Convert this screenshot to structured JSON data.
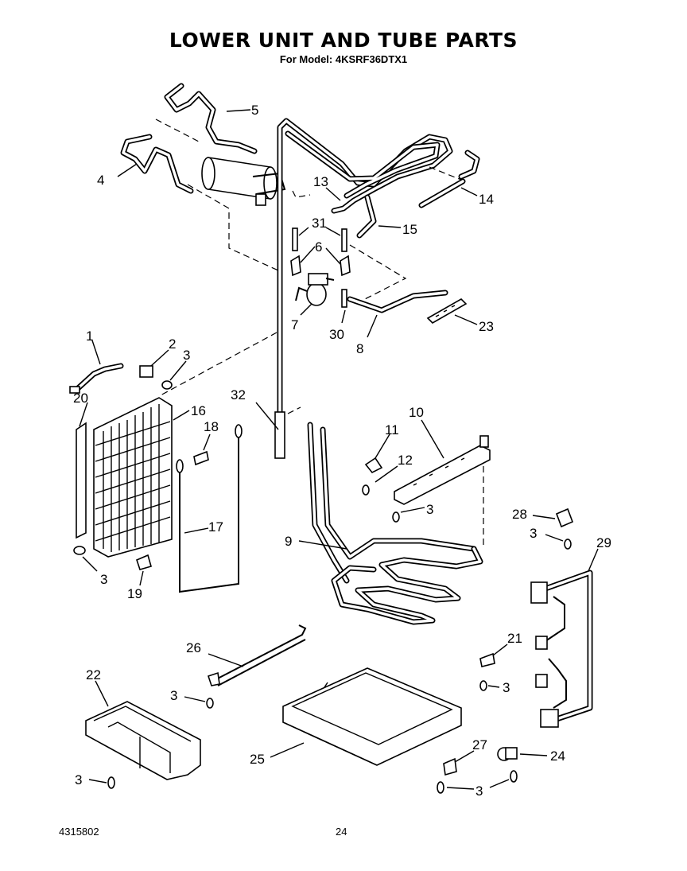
{
  "header": {
    "title": "LOWER UNIT AND TUBE PARTS",
    "model_line": "For Model: 4KSRF36DTX1"
  },
  "footer": {
    "doc_number": "4315802",
    "page_number": "24"
  },
  "callouts": {
    "c1": "1",
    "c2": "2",
    "c3a": "3",
    "c3b": "3",
    "c3c": "3",
    "c3d": "3",
    "c3e": "3",
    "c3f": "3",
    "c3g": "3",
    "c3h": "3",
    "c4": "4",
    "c5": "5",
    "c6": "6",
    "c7": "7",
    "c8": "8",
    "c9": "9",
    "c10": "10",
    "c11": "11",
    "c12": "12",
    "c13": "13",
    "c14": "14",
    "c15": "15",
    "c16": "16",
    "c17": "17",
    "c18": "18",
    "c19": "19",
    "c20": "20",
    "c21": "21",
    "c22": "22",
    "c23": "23",
    "c24": "24",
    "c25": "25",
    "c26": "26",
    "c27": "27",
    "c28": "28",
    "c29": "29",
    "c30": "30",
    "c31": "31",
    "c32": "32"
  }
}
